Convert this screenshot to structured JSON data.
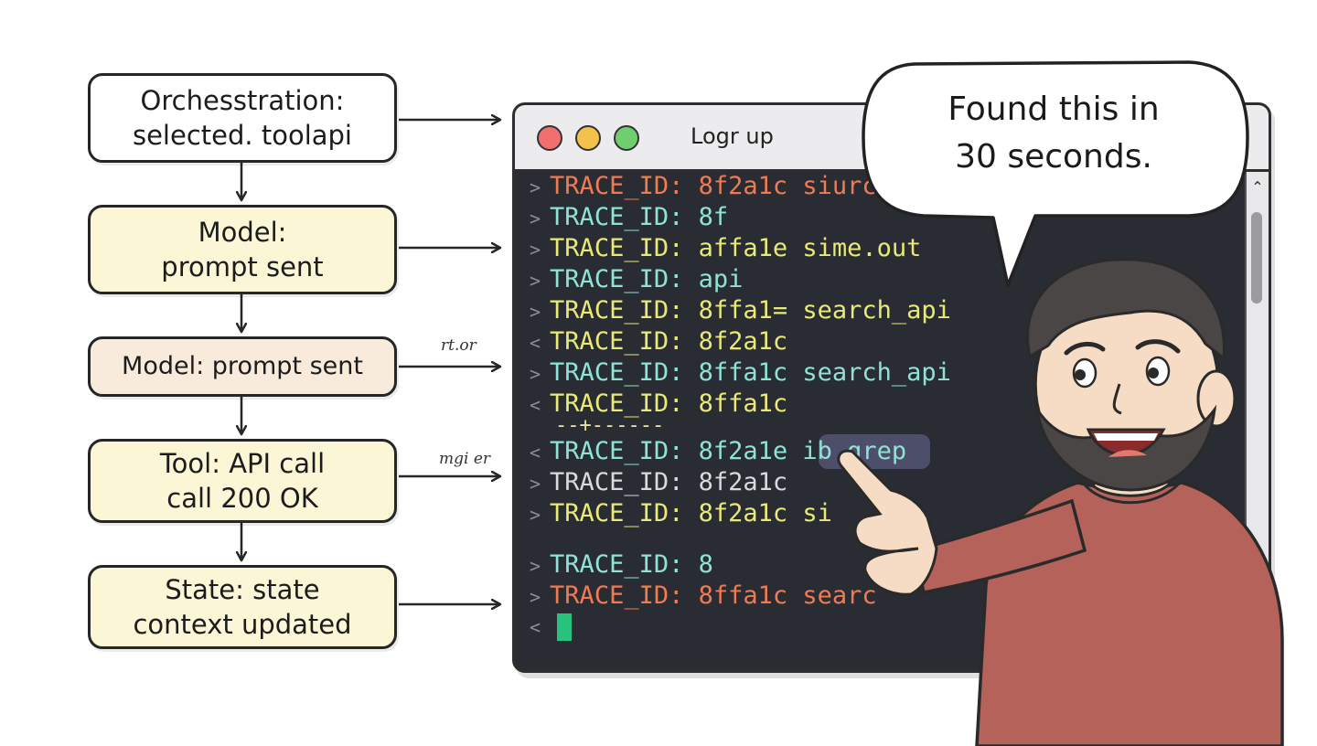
{
  "flow_steps": [
    {
      "text": "Orchesstration:\nselected. toolapi",
      "fill": "#ffffff"
    },
    {
      "text": "Model:\nprompt sent",
      "fill": "#fbf6d6"
    },
    {
      "text": "Model: prompt sent",
      "fill": "#f8ebdc"
    },
    {
      "text": "Tool: API call\ncall 200 OK",
      "fill": "#fbf6d6"
    },
    {
      "text": "State: state\ncontext updated",
      "fill": "#fbf6d6"
    }
  ],
  "arrow_labels": [
    "rt.or",
    "mgi er"
  ],
  "terminal": {
    "title": "Logr up",
    "lines": [
      {
        "glyph": ">",
        "text": "TRACE_ID: 8f2a1c siurc",
        "color": "#f07b52"
      },
      {
        "glyph": ">",
        "text": "TRACE_ID: 8f",
        "color": "#8ee3d6"
      },
      {
        "glyph": ">",
        "text": "TRACE_ID: affa1e sime.out",
        "color": "#e9e978"
      },
      {
        "glyph": ">",
        "text": "TRACE_ID: api",
        "color": "#8ee3d6"
      },
      {
        "glyph": ">",
        "text": "TRACE_ID: 8ffa1= search_api",
        "color": "#e9e978"
      },
      {
        "glyph": "<",
        "text": "TRACE_ID: 8f2a1c",
        "color": "#e9e978"
      },
      {
        "glyph": ">",
        "text": "TRACE_ID: 8ffa1c search_api",
        "color": "#8ee3d6"
      },
      {
        "glyph": "<",
        "text": "TRACE_ID: 8ffa1c",
        "color": "#e9e978"
      },
      {
        "glyph": "<",
        "text": "TRACE_ID: 8f2a1e ib grep",
        "color": "#8ee3d6"
      },
      {
        "glyph": ">",
        "text": "TRACE_ID: 8f2a1c",
        "color": "#d9d9de"
      },
      {
        "glyph": ">",
        "text": "TRACE_ID: 8f2a1c si",
        "color": "#e9e978"
      },
      {
        "glyph": ">",
        "text": "TRACE_ID: 8",
        "color": "#8ee3d6"
      },
      {
        "glyph": ">",
        "text": "TRACE_ID: 8ffa1c searc",
        "color": "#f07b52"
      }
    ],
    "separator": "--+------",
    "cursor_prompt": "<"
  },
  "speech_bubble": "Found this in\n30 seconds.",
  "colors": {
    "light_red": "#f07070",
    "light_yellow": "#f3c24c",
    "light_green": "#6fcf6f",
    "shirt": "#b5625a",
    "skin": "#f6dcc4",
    "hair": "#4b4646"
  }
}
